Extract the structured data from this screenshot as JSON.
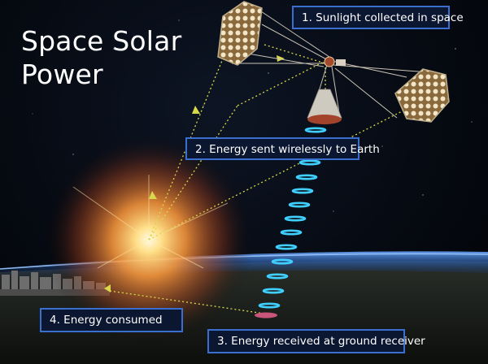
{
  "title": {
    "line1": "Space Solar",
    "line2": "Power"
  },
  "steps": [
    {
      "label": "1. Sunlight collected in space"
    },
    {
      "label": "2. Energy sent wirelessly to Earth"
    },
    {
      "label": "3. Energy received at ground receiver"
    },
    {
      "label": "4. Energy consumed"
    }
  ],
  "colors": {
    "label_bg": "#0b1630",
    "label_border": "#3a6fd0",
    "beam": "#3fd0ff",
    "path": "#d8d84a",
    "sun": "#ffb14a"
  }
}
